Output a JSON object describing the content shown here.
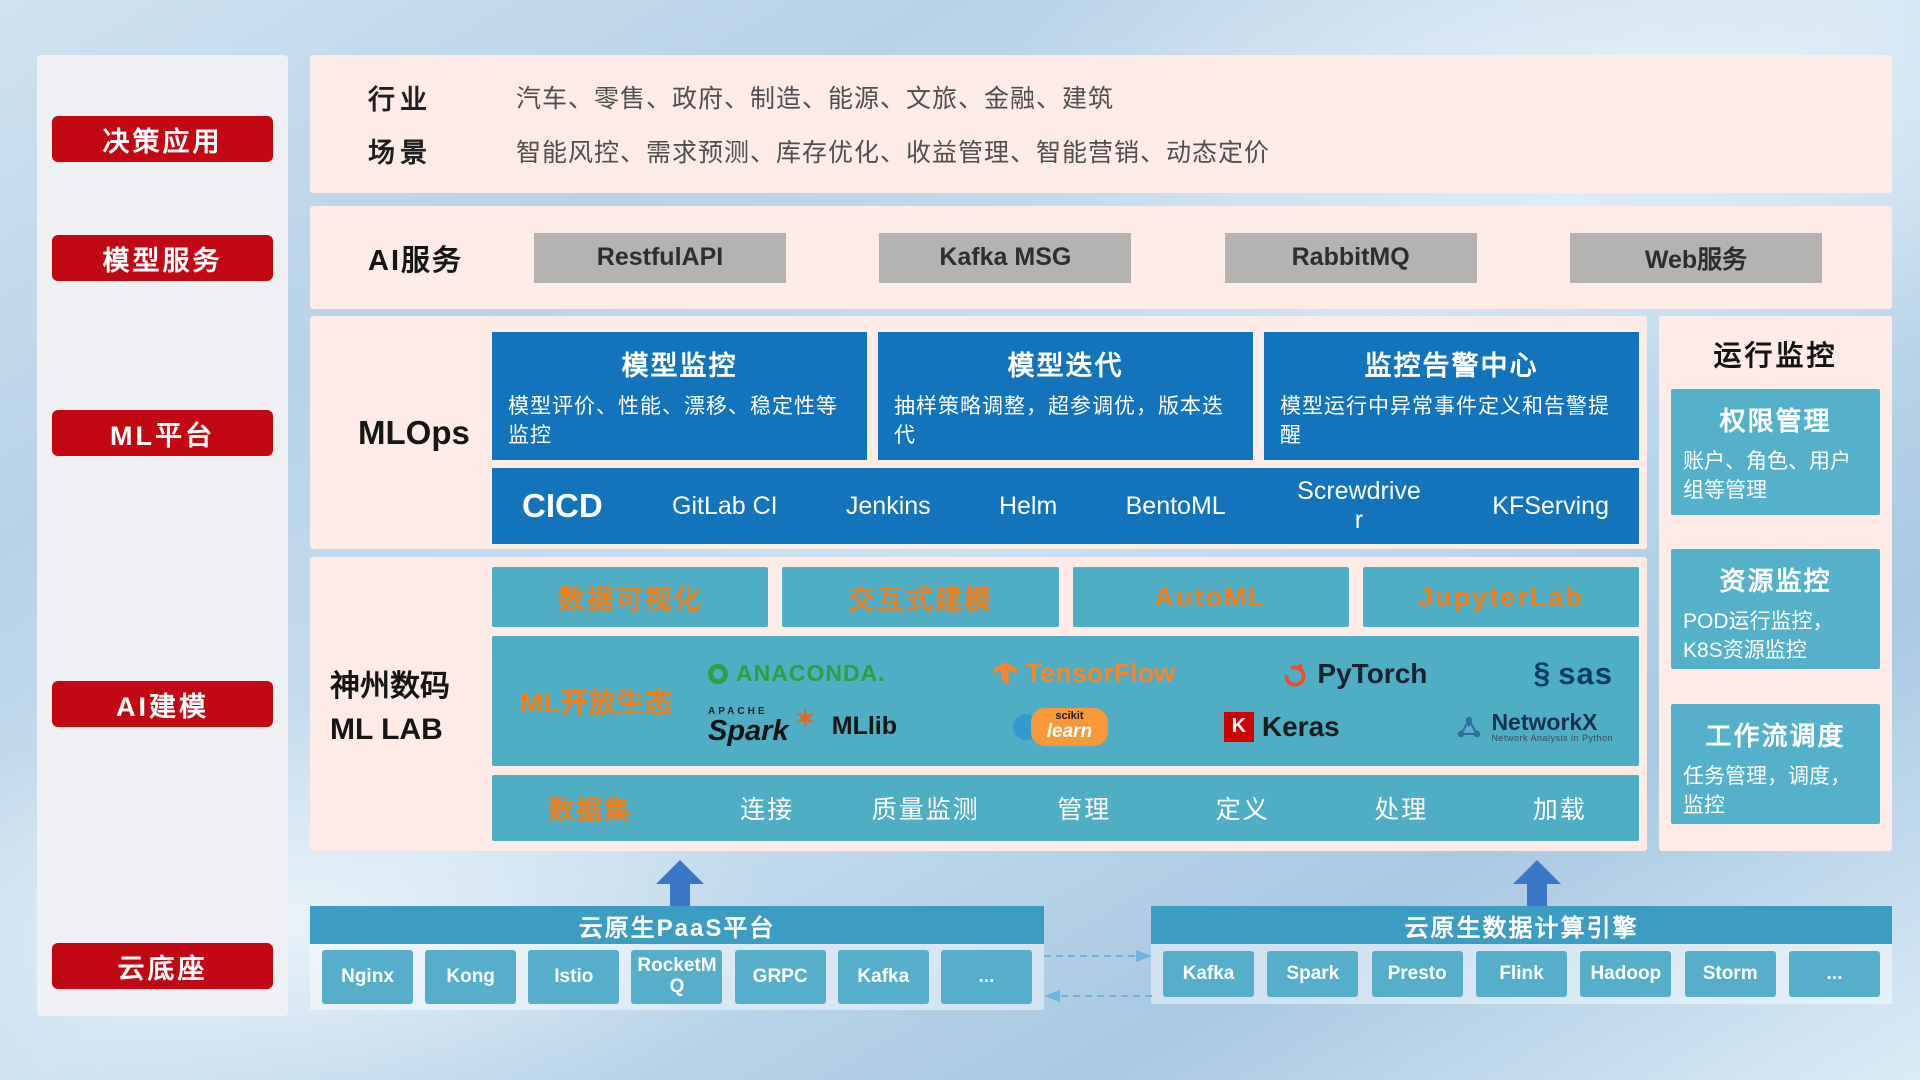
{
  "sidebar": {
    "items": [
      {
        "label": "决策应用"
      },
      {
        "label": "模型服务"
      },
      {
        "label": "ML平台"
      },
      {
        "label": "AI建模"
      },
      {
        "label": "云底座"
      }
    ]
  },
  "apps": {
    "industry_label": "行业",
    "industry_text": "汽车、零售、政府、制造、能源、文旅、金融、建筑",
    "scene_label": "场景",
    "scene_text": "智能风控、需求预测、库存优化、收益管理、智能营销、动态定价"
  },
  "ai_service": {
    "label": "AI服务",
    "buttons": [
      {
        "label": "RestfulAPI"
      },
      {
        "label": "Kafka MSG"
      },
      {
        "label": "RabbitMQ"
      },
      {
        "label": "Web服务"
      }
    ]
  },
  "mlops": {
    "label": "MLOps",
    "cards": [
      {
        "title": "模型监控",
        "desc": "模型评价、性能、漂移、稳定性等监控"
      },
      {
        "title": "模型迭代",
        "desc": "抽样策略调整，超参调优，版本迭代"
      },
      {
        "title": "监控告警中心",
        "desc": "模型运行中异常事件定义和告警提醒"
      }
    ],
    "cicd_label": "CICD",
    "cicd_items": [
      {
        "label": "GitLab CI"
      },
      {
        "label": "Jenkins"
      },
      {
        "label": "Helm"
      },
      {
        "label": "BentoML"
      },
      {
        "label": "Screwdriver"
      },
      {
        "label": "KFServing"
      }
    ]
  },
  "monitor": {
    "title": "运行监控",
    "cards": [
      {
        "title": "权限管理",
        "desc": "账户、角色、用户组等管理"
      },
      {
        "title": "资源监控",
        "desc": "POD运行监控，K8S资源监控"
      },
      {
        "title": "工作流调度",
        "desc": "任务管理，调度，监控"
      }
    ]
  },
  "mllab": {
    "name_line1": "神州数码",
    "name_line2": "ML LAB",
    "tools": [
      {
        "label": "数据可视化"
      },
      {
        "label": "交互式建模"
      },
      {
        "label": "AutoML"
      },
      {
        "label": "JupyterLab"
      }
    ],
    "eco_label": "ML开放生态",
    "logos": {
      "anaconda": "ANACONDA.",
      "tensorflow": "TensorFlow",
      "pytorch": "PyTorch",
      "sas": "sas",
      "spark_apache": "APACHE",
      "spark": "Spark",
      "mllib": "MLlib",
      "scikit_top": "scikit",
      "scikit_learn": "learn",
      "keras_k": "K",
      "keras": "Keras",
      "networkx": "NetworkX",
      "networkx_sub": "Network Analysis in Python"
    },
    "data_label": "数据集",
    "data_items": [
      {
        "label": "连接"
      },
      {
        "label": "质量监测"
      },
      {
        "label": "管理"
      },
      {
        "label": "定义"
      },
      {
        "label": "处理"
      },
      {
        "label": "加载"
      }
    ]
  },
  "paas": {
    "title": "云原生PaaS平台",
    "items": [
      {
        "label": "Nginx"
      },
      {
        "label": "Kong"
      },
      {
        "label": "Istio"
      },
      {
        "label": "RocketMQ"
      },
      {
        "label": "GRPC"
      },
      {
        "label": "Kafka"
      },
      {
        "label": "..."
      }
    ]
  },
  "engine": {
    "title": "云原生数据计算引擎",
    "items": [
      {
        "label": "Kafka"
      },
      {
        "label": "Spark"
      },
      {
        "label": "Presto"
      },
      {
        "label": "Flink"
      },
      {
        "label": "Hadoop"
      },
      {
        "label": "Storm"
      },
      {
        "label": "..."
      }
    ]
  },
  "colors": {
    "accent_red": "#c20813",
    "panel_pink": "#fcebe7",
    "card_blue": "#1373bb",
    "teal": "#4fadc4",
    "orange": "#ef7f1b",
    "bar_teal": "#3d9cc1",
    "button_teal": "#56aecb",
    "arrow_blue": "#3c76c6"
  }
}
